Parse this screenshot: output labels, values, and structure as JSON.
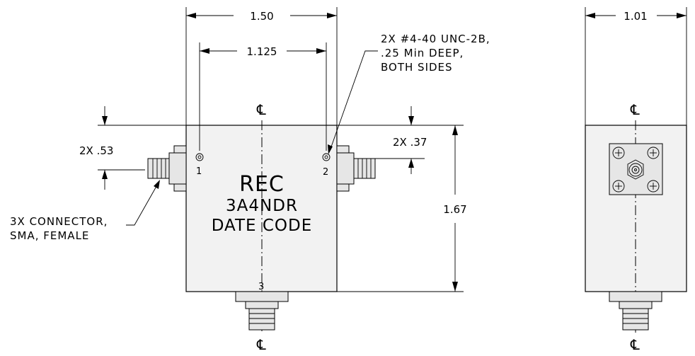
{
  "dimensions": {
    "width": "1.50",
    "hole_spacing": "1.125",
    "height": "1.67",
    "side_depth": "1.01",
    "conn_offset_left": "2X .53",
    "conn_offset_right": "2X .37"
  },
  "notes": {
    "mount_line1": "2X #4-40 UNC-2B,",
    "mount_line2": ".25 Min DEEP,",
    "mount_line3": "BOTH SIDES",
    "connector_line1": "3X CONNECTOR,",
    "connector_line2": "SMA, FEMALE"
  },
  "label": {
    "line1": "REC",
    "line2": "3A4NDR",
    "line3": "DATE CODE"
  },
  "ports": {
    "p1": "1",
    "p2": "2",
    "p3": "3"
  },
  "centerline_symbol": "℄"
}
